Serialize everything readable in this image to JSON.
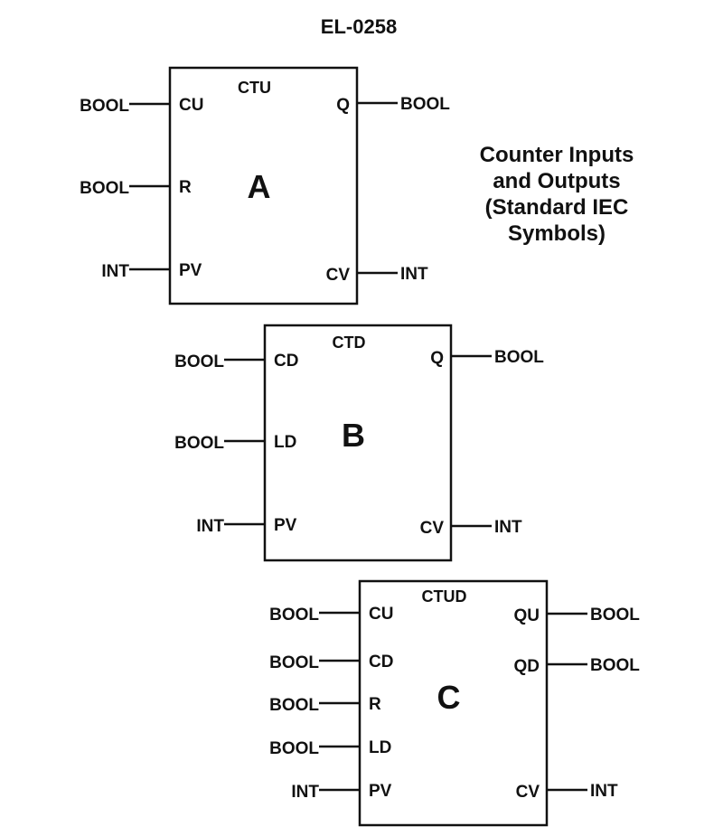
{
  "title": "EL-0258",
  "caption": [
    "Counter Inputs",
    "and Outputs",
    "(Standard IEC",
    "Symbols)"
  ],
  "blocks": [
    {
      "id": "A",
      "type": "CTU",
      "letter": "A",
      "inputs": [
        {
          "pin": "CU",
          "dtype": "BOOL"
        },
        {
          "pin": "R",
          "dtype": "BOOL"
        },
        {
          "pin": "PV",
          "dtype": "INT"
        }
      ],
      "outputs": [
        {
          "pin": "Q",
          "dtype": "BOOL"
        },
        {
          "pin": "CV",
          "dtype": "INT"
        }
      ]
    },
    {
      "id": "B",
      "type": "CTD",
      "letter": "B",
      "inputs": [
        {
          "pin": "CD",
          "dtype": "BOOL"
        },
        {
          "pin": "LD",
          "dtype": "BOOL"
        },
        {
          "pin": "PV",
          "dtype": "INT"
        }
      ],
      "outputs": [
        {
          "pin": "Q",
          "dtype": "BOOL"
        },
        {
          "pin": "CV",
          "dtype": "INT"
        }
      ]
    },
    {
      "id": "C",
      "type": "CTUD",
      "letter": "C",
      "inputs": [
        {
          "pin": "CU",
          "dtype": "BOOL"
        },
        {
          "pin": "CD",
          "dtype": "BOOL"
        },
        {
          "pin": "R",
          "dtype": "BOOL"
        },
        {
          "pin": "LD",
          "dtype": "BOOL"
        },
        {
          "pin": "PV",
          "dtype": "INT"
        }
      ],
      "outputs": [
        {
          "pin": "QU",
          "dtype": "BOOL"
        },
        {
          "pin": "QD",
          "dtype": "BOOL"
        },
        {
          "pin": "CV",
          "dtype": "INT"
        }
      ]
    }
  ]
}
